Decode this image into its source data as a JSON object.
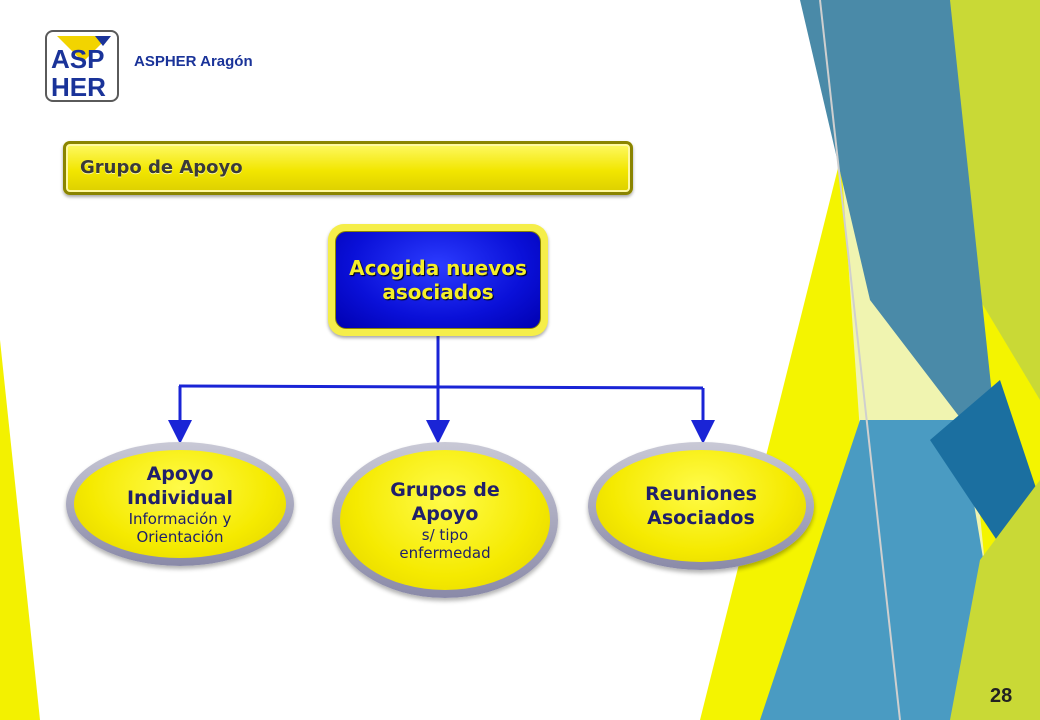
{
  "header": {
    "logo_line1": "ASP",
    "logo_line2": "HER",
    "org_name": "ASPHER Aragón"
  },
  "section": {
    "title": "Grupo de Apoyo"
  },
  "diagram": {
    "root": {
      "label_line1": "Acogida nuevos",
      "label_line2": "asociados"
    },
    "children": [
      {
        "title_line1": "Apoyo",
        "title_line2": "Individual",
        "sub_line1": "Información y",
        "sub_line2": "Orientación"
      },
      {
        "title_line1": "Grupos de",
        "title_line2": "Apoyo",
        "sub_line1": "s/ tipo",
        "sub_line2": "enfermedad"
      },
      {
        "title_line1": "Reuniones",
        "title_line2": "Asociados"
      }
    ]
  },
  "footer": {
    "page_number": "28"
  },
  "colors": {
    "accent_yellow": "#f5ea00",
    "node_blue": "#0a10d8",
    "connector_blue": "#1a24d6",
    "text_navy": "#20206a"
  }
}
